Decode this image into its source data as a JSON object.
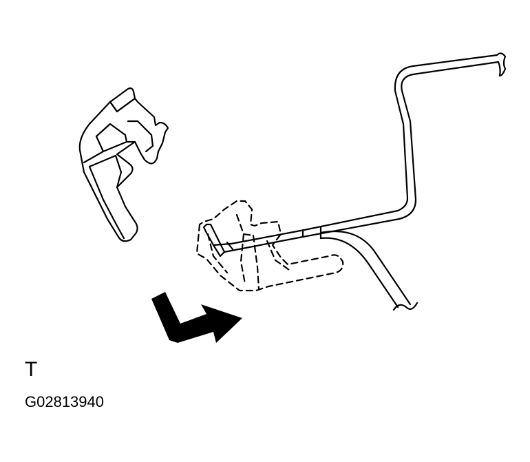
{
  "diagram": {
    "view_label": "T",
    "figure_code": "G02813940"
  },
  "colors": {
    "line": "#000000",
    "background": "#ffffff"
  },
  "icons": [
    "clip-part",
    "fuel-pipe",
    "clip-installed-position",
    "installation-direction-arrow"
  ]
}
